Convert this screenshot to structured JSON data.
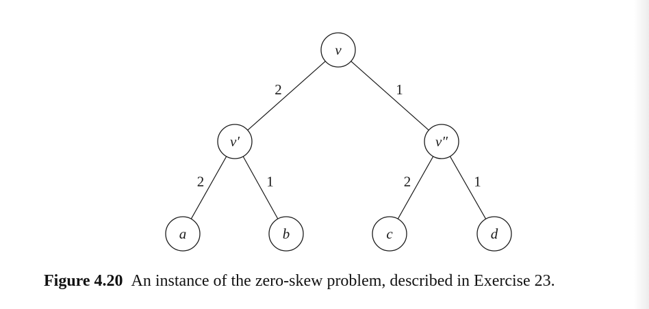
{
  "diagram": {
    "nodes": [
      {
        "id": "v",
        "label": "v"
      },
      {
        "id": "v1",
        "label": "v′"
      },
      {
        "id": "v2",
        "label": "v″"
      },
      {
        "id": "a",
        "label": "a"
      },
      {
        "id": "b",
        "label": "b"
      },
      {
        "id": "c",
        "label": "c"
      },
      {
        "id": "d",
        "label": "d"
      }
    ],
    "edges": [
      {
        "from": "v",
        "to": "v1",
        "weight": "2"
      },
      {
        "from": "v",
        "to": "v2",
        "weight": "1"
      },
      {
        "from": "v1",
        "to": "a",
        "weight": "2"
      },
      {
        "from": "v1",
        "to": "b",
        "weight": "1"
      },
      {
        "from": "v2",
        "to": "c",
        "weight": "2"
      },
      {
        "from": "v2",
        "to": "d",
        "weight": "1"
      }
    ]
  },
  "caption": {
    "label": "Figure 4.20",
    "text": "An instance of the zero-skew problem, described in Exercise 23."
  }
}
